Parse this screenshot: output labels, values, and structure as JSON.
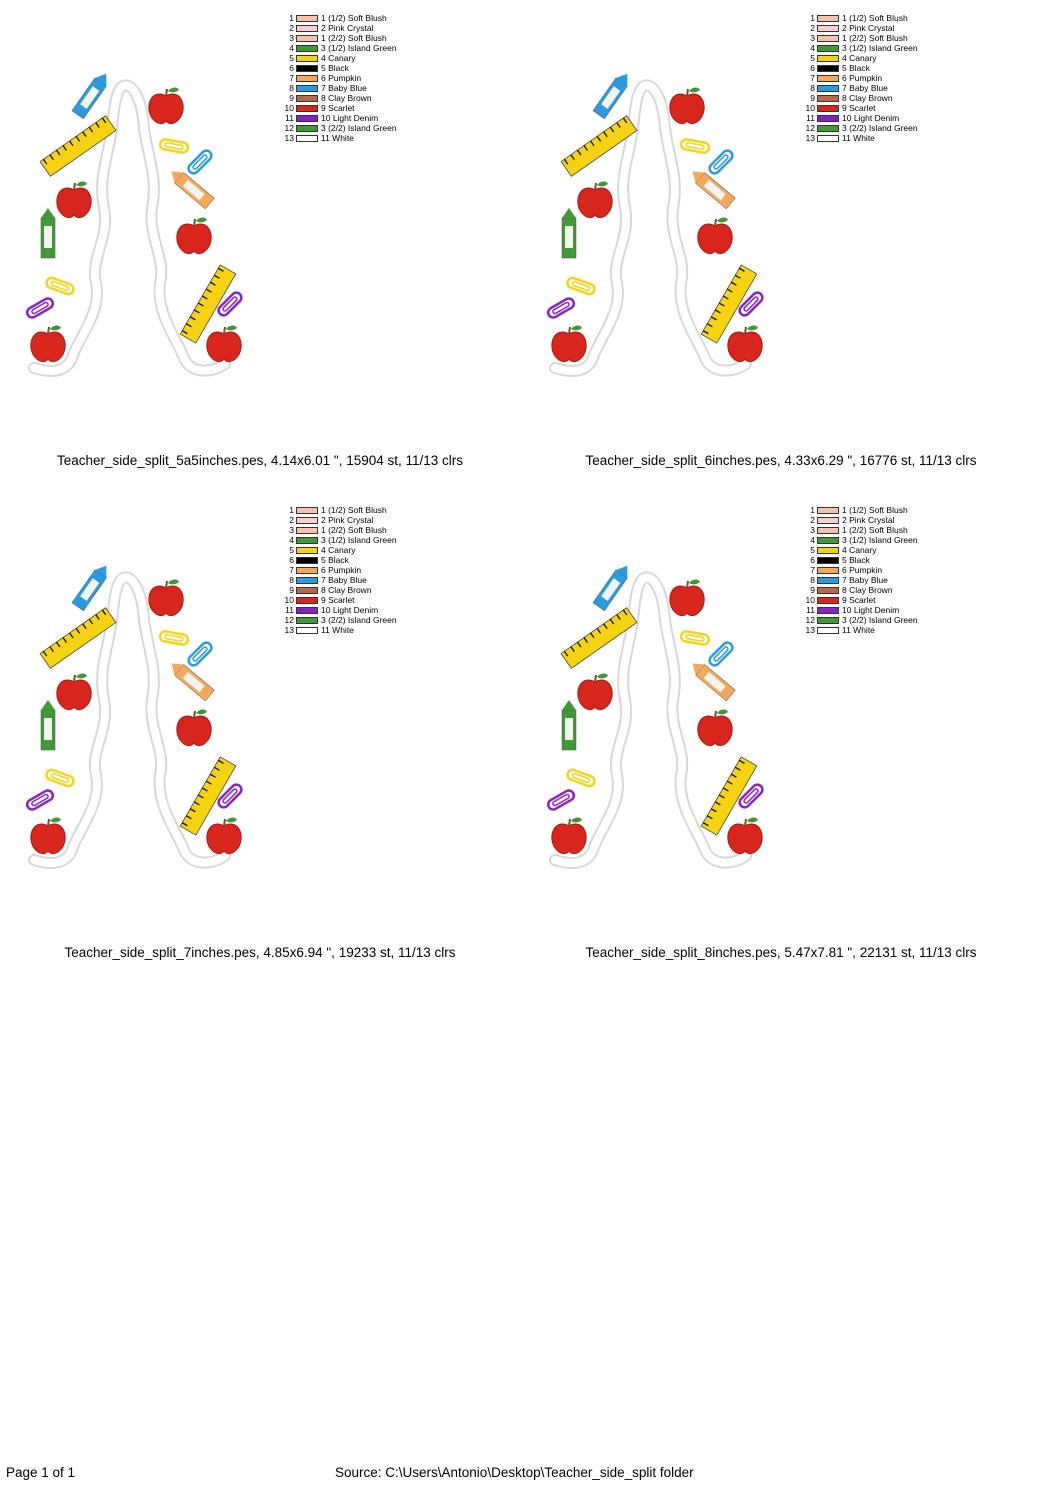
{
  "panels": [
    {
      "caption": "Teacher_side_split_5a5inches.pes, 4.14x6.01 \", 15904 st, 11/13 clrs",
      "legend": [
        {
          "n": "1",
          "name": "1 (1/2) Soft Blush",
          "color": "#f7c3ab"
        },
        {
          "n": "2",
          "name": "2 Pink Crystal",
          "color": "#f9cfd4"
        },
        {
          "n": "3",
          "name": "1 (2/2) Soft Blush",
          "color": "#f7c3ab"
        },
        {
          "n": "4",
          "name": "3 (1/2) Island Green",
          "color": "#3f9a35"
        },
        {
          "n": "5",
          "name": "4 Canary",
          "color": "#f5d313"
        },
        {
          "n": "6",
          "name": "5 Black",
          "color": "#000000"
        },
        {
          "n": "7",
          "name": "6 Pumpkin",
          "color": "#f5a85a"
        },
        {
          "n": "8",
          "name": "7 Baby Blue",
          "color": "#2a9be0"
        },
        {
          "n": "9",
          "name": "8 Clay Brown",
          "color": "#b86a4a"
        },
        {
          "n": "10",
          "name": "9 Scarlet",
          "color": "#d9261c"
        },
        {
          "n": "11",
          "name": "10 Light Denim",
          "color": "#8a20c8"
        },
        {
          "n": "12",
          "name": "3 (2/2) Island Green",
          "color": "#3f9a35"
        },
        {
          "n": "13",
          "name": "11 White",
          "color": "#ffffff"
        }
      ]
    },
    {
      "caption": "Teacher_side_split_6inches.pes, 4.33x6.29 \", 16776 st, 11/13 clrs",
      "legend": [
        {
          "n": "1",
          "name": "1 (1/2) Soft Blush",
          "color": "#f7c3ab"
        },
        {
          "n": "2",
          "name": "2 Pink Crystal",
          "color": "#f9cfd4"
        },
        {
          "n": "3",
          "name": "1 (2/2) Soft Blush",
          "color": "#f7c3ab"
        },
        {
          "n": "4",
          "name": "3 (1/2) Island Green",
          "color": "#3f9a35"
        },
        {
          "n": "5",
          "name": "4 Canary",
          "color": "#f5d313"
        },
        {
          "n": "6",
          "name": "5 Black",
          "color": "#000000"
        },
        {
          "n": "7",
          "name": "6 Pumpkin",
          "color": "#f5a85a"
        },
        {
          "n": "8",
          "name": "7 Baby Blue",
          "color": "#2a9be0"
        },
        {
          "n": "9",
          "name": "8 Clay Brown",
          "color": "#b86a4a"
        },
        {
          "n": "10",
          "name": "9 Scarlet",
          "color": "#d9261c"
        },
        {
          "n": "11",
          "name": "10 Light Denim",
          "color": "#8a20c8"
        },
        {
          "n": "12",
          "name": "3 (2/2) Island Green",
          "color": "#3f9a35"
        },
        {
          "n": "13",
          "name": "11 White",
          "color": "#ffffff"
        }
      ]
    },
    {
      "caption": "Teacher_side_split_7inches.pes, 4.85x6.94 \", 19233 st, 11/13 clrs",
      "legend": [
        {
          "n": "1",
          "name": "1 (1/2) Soft Blush",
          "color": "#f7c3ab"
        },
        {
          "n": "2",
          "name": "2 Pink Crystal",
          "color": "#f9cfd4"
        },
        {
          "n": "3",
          "name": "1 (2/2) Soft Blush",
          "color": "#f7c3ab"
        },
        {
          "n": "4",
          "name": "3 (1/2) Island Green",
          "color": "#3f9a35"
        },
        {
          "n": "5",
          "name": "4 Canary",
          "color": "#f5d313"
        },
        {
          "n": "6",
          "name": "5 Black",
          "color": "#000000"
        },
        {
          "n": "7",
          "name": "6 Pumpkin",
          "color": "#f5a85a"
        },
        {
          "n": "8",
          "name": "7 Baby Blue",
          "color": "#2a9be0"
        },
        {
          "n": "9",
          "name": "8 Clay Brown",
          "color": "#b86a4a"
        },
        {
          "n": "10",
          "name": "9 Scarlet",
          "color": "#d9261c"
        },
        {
          "n": "11",
          "name": "10 Light Denim",
          "color": "#8a20c8"
        },
        {
          "n": "12",
          "name": "3 (2/2) Island Green",
          "color": "#3f9a35"
        },
        {
          "n": "13",
          "name": "11 White",
          "color": "#ffffff"
        }
      ]
    },
    {
      "caption": "Teacher_side_split_8inches.pes, 5.47x7.81 \", 22131 st, 11/13 clrs",
      "legend": [
        {
          "n": "1",
          "name": "1 (1/2) Soft Blush",
          "color": "#f7c3ab"
        },
        {
          "n": "2",
          "name": "2 Pink Crystal",
          "color": "#f9cfd4"
        },
        {
          "n": "3",
          "name": "1 (2/2) Soft Blush",
          "color": "#f7c3ab"
        },
        {
          "n": "4",
          "name": "3 (1/2) Island Green",
          "color": "#3f9a35"
        },
        {
          "n": "5",
          "name": "4 Canary",
          "color": "#f5d313"
        },
        {
          "n": "6",
          "name": "5 Black",
          "color": "#000000"
        },
        {
          "n": "7",
          "name": "6 Pumpkin",
          "color": "#f5a85a"
        },
        {
          "n": "8",
          "name": "7 Baby Blue",
          "color": "#2a9be0"
        },
        {
          "n": "9",
          "name": "8 Clay Brown",
          "color": "#b86a4a"
        },
        {
          "n": "10",
          "name": "9 Scarlet",
          "color": "#d9261c"
        },
        {
          "n": "11",
          "name": "10 Light Denim",
          "color": "#8a20c8"
        },
        {
          "n": "12",
          "name": "3 (2/2) Island Green",
          "color": "#3f9a35"
        },
        {
          "n": "13",
          "name": "11 White",
          "color": "#ffffff"
        }
      ]
    }
  ],
  "footer": {
    "page": "Page 1 of 1",
    "source": "Source: C:\\Users\\Antonio\\Desktop\\Teacher_side_split folder"
  }
}
